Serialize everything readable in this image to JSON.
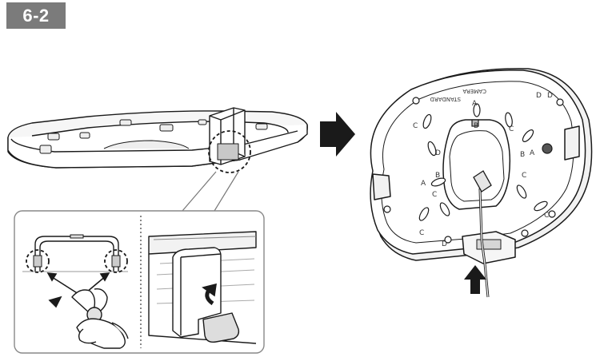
{
  "step": {
    "label": "6-2"
  },
  "plate_labels": {
    "top_text_1": "CAMERA",
    "top_text_2": "STANDARD",
    "c_marks": [
      "C",
      "C",
      "C",
      "C",
      "C",
      "C"
    ],
    "d_marks": [
      "D",
      "D",
      "D",
      "D"
    ],
    "b_marks": [
      "B",
      "B",
      "B"
    ],
    "a_marks": [
      "A",
      "A",
      "A"
    ]
  },
  "icons": {
    "arrow": "right-arrow-icon",
    "pliers": "pliers-icon",
    "push": "up-arrow-icon"
  }
}
